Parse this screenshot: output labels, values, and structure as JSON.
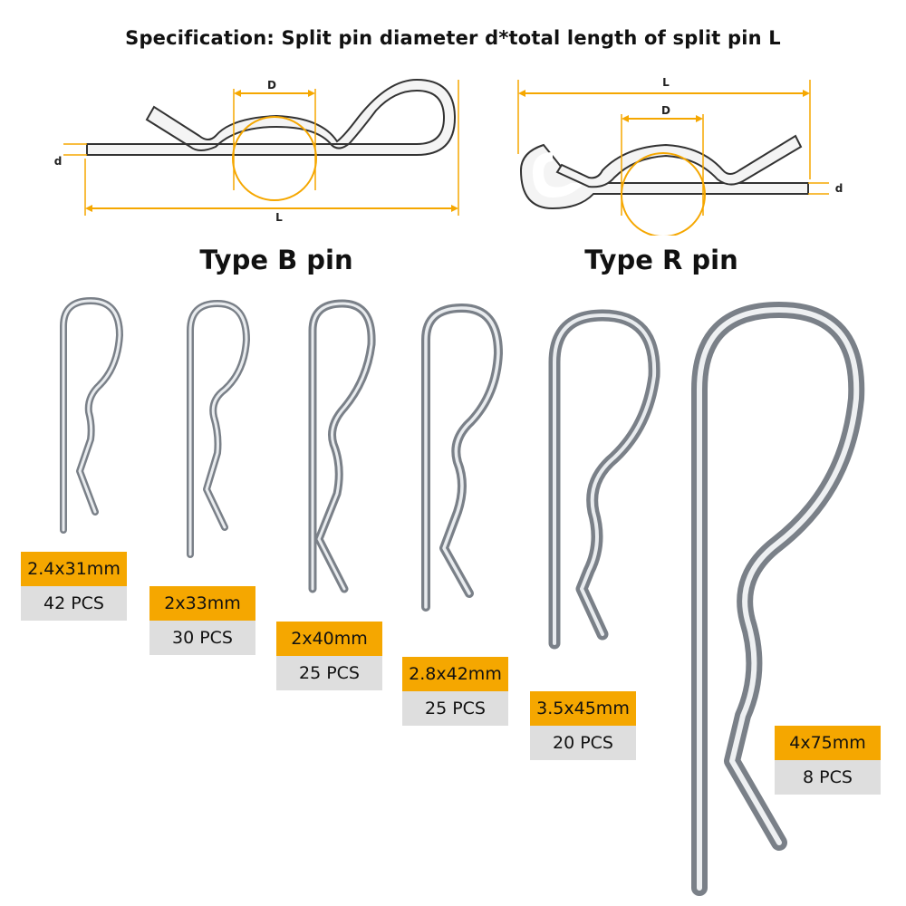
{
  "header": {
    "specification": "Specification: Split pin diameter d*total length of split pin L"
  },
  "diagrams": {
    "type_b": {
      "title": "Type B pin",
      "label_D": "D",
      "label_d": "d",
      "label_L": "L"
    },
    "type_r": {
      "title": "Type R pin",
      "label_D": "D",
      "label_d": "d",
      "label_L": "L"
    }
  },
  "colors": {
    "accent": "#f5a700",
    "qty_bg": "#dedede",
    "outline": "#333333"
  },
  "products": [
    {
      "size": "2.4x31mm",
      "qty": "42 PCS"
    },
    {
      "size": "2x33mm",
      "qty": "30 PCS"
    },
    {
      "size": "2x40mm",
      "qty": "25 PCS"
    },
    {
      "size": "2.8x42mm",
      "qty": "25 PCS"
    },
    {
      "size": "3.5x45mm",
      "qty": "20 PCS"
    },
    {
      "size": "4x75mm",
      "qty": "8 PCS"
    }
  ]
}
